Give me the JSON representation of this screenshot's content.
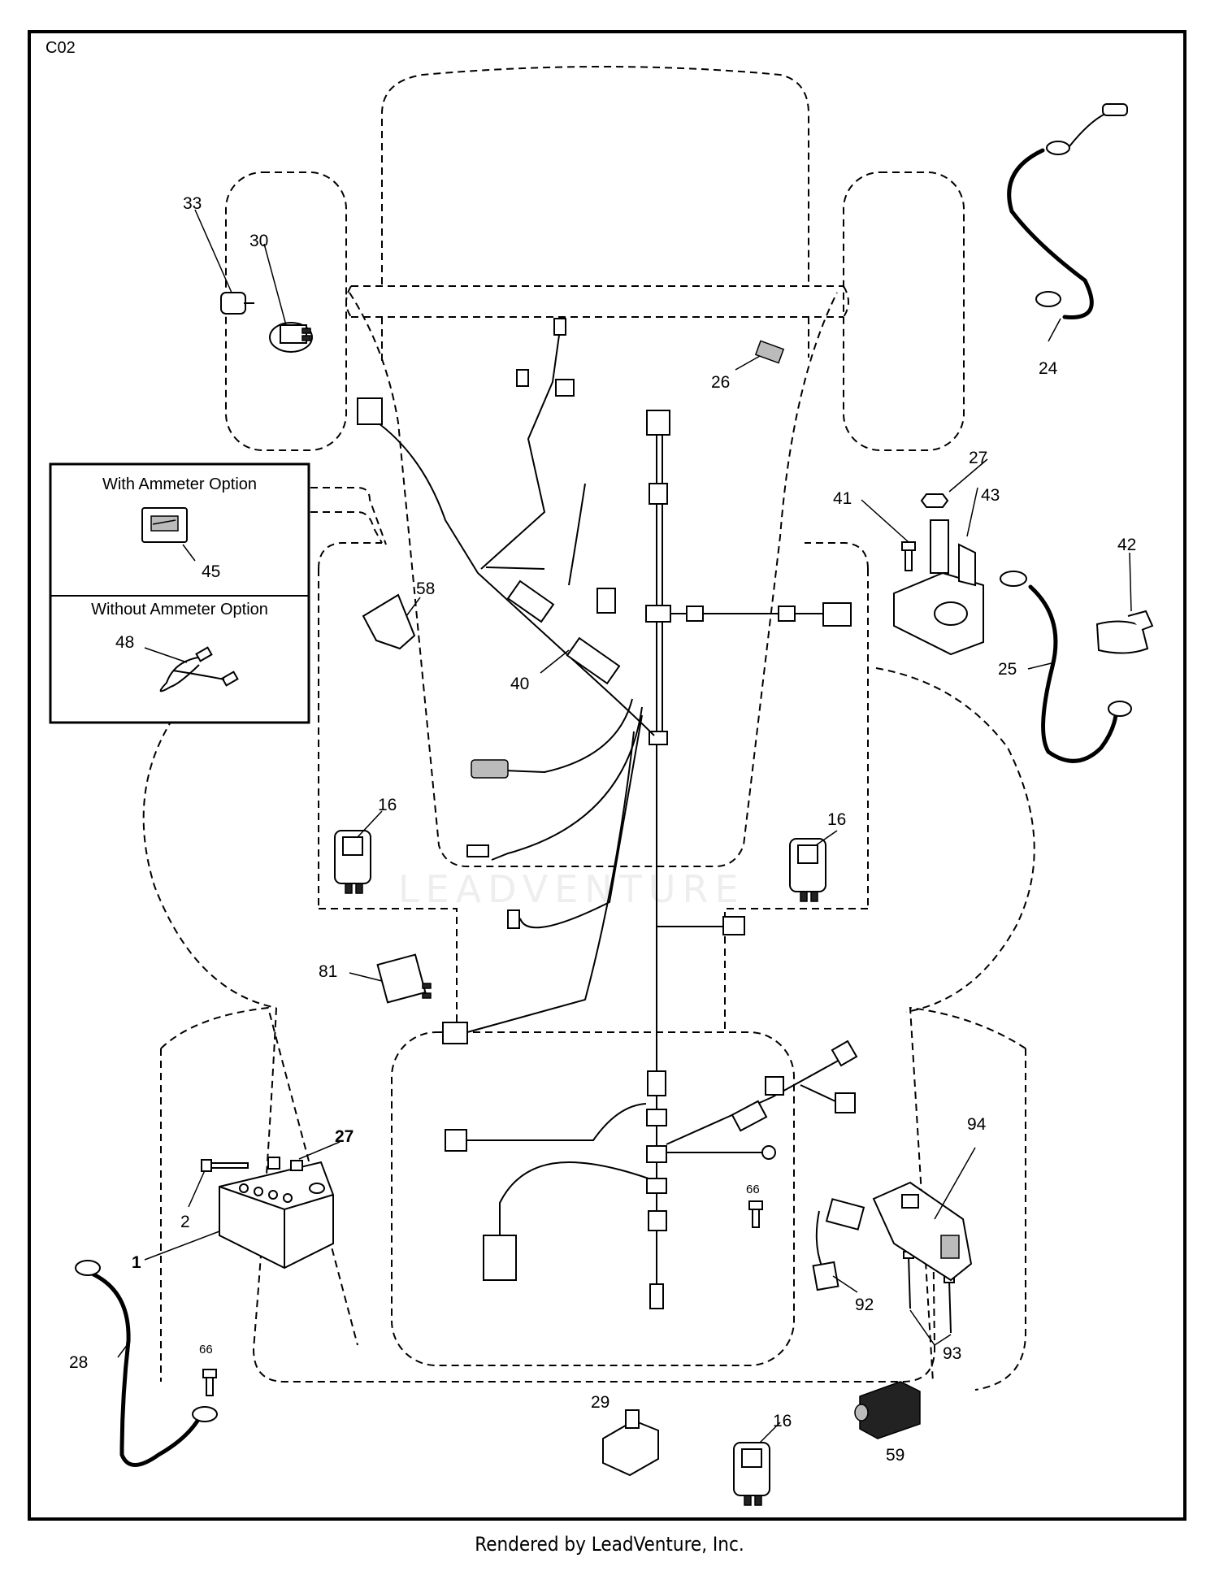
{
  "diagram_code": "C02",
  "footer_text": "Rendered by LeadVenture, Inc.",
  "watermark": "LEADVENTURE",
  "ammeter_box": {
    "with_label": "With Ammeter Option",
    "without_label": "Without Ammeter Option"
  },
  "callouts": {
    "c1": "1",
    "c2": "2",
    "c16a": "16",
    "c16b": "16",
    "c16c": "16",
    "c24": "24",
    "c25": "25",
    "c26": "26",
    "c27a": "27",
    "c27b": "27",
    "c28": "28",
    "c29": "29",
    "c30": "30",
    "c33": "33",
    "c40": "40",
    "c41": "41",
    "c42": "42",
    "c43": "43",
    "c45": "45",
    "c48": "48",
    "c58": "58",
    "c59": "59",
    "c66a": "66",
    "c66b": "66",
    "c81": "81",
    "c92": "92",
    "c93": "93",
    "c94": "94"
  }
}
